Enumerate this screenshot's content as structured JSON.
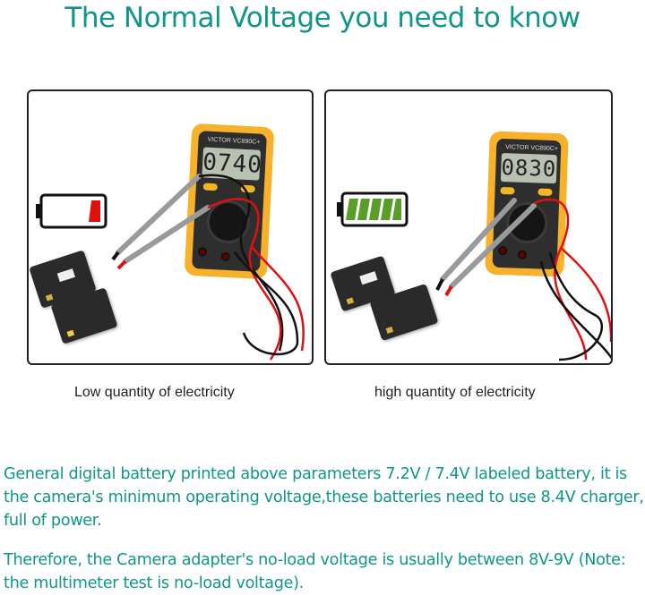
{
  "header": {
    "title": "The Normal Voltage you need to know"
  },
  "colors": {
    "accent_teal": "#0f9688",
    "battery_low": "#e01010",
    "battery_full": "#5a9e2a",
    "meter_yellow": "#f7b12a"
  },
  "panels": [
    {
      "caption": "Low quantity of electricity",
      "meter_reading": "0740",
      "meter_brand": "VICTOR VC890C+",
      "battery_icon": "battery-low-icon",
      "battery_level_bars": 1
    },
    {
      "caption": "high quantity of electricity",
      "meter_reading": "0830",
      "meter_brand": "VICTOR VC890C+",
      "battery_icon": "battery-full-icon",
      "battery_level_bars": 5
    }
  ],
  "body": {
    "paragraph_1": "General digital battery printed above parameters 7.2V / 7.4V labeled battery, it is the camera's minimum operating voltage,these batteries need to use 8.4V charger, full of power.",
    "paragraph_2": "Therefore, the Camera adapter's no-load voltage is usually between 8V-9V (Note: the multimeter test is no-load voltage)."
  }
}
